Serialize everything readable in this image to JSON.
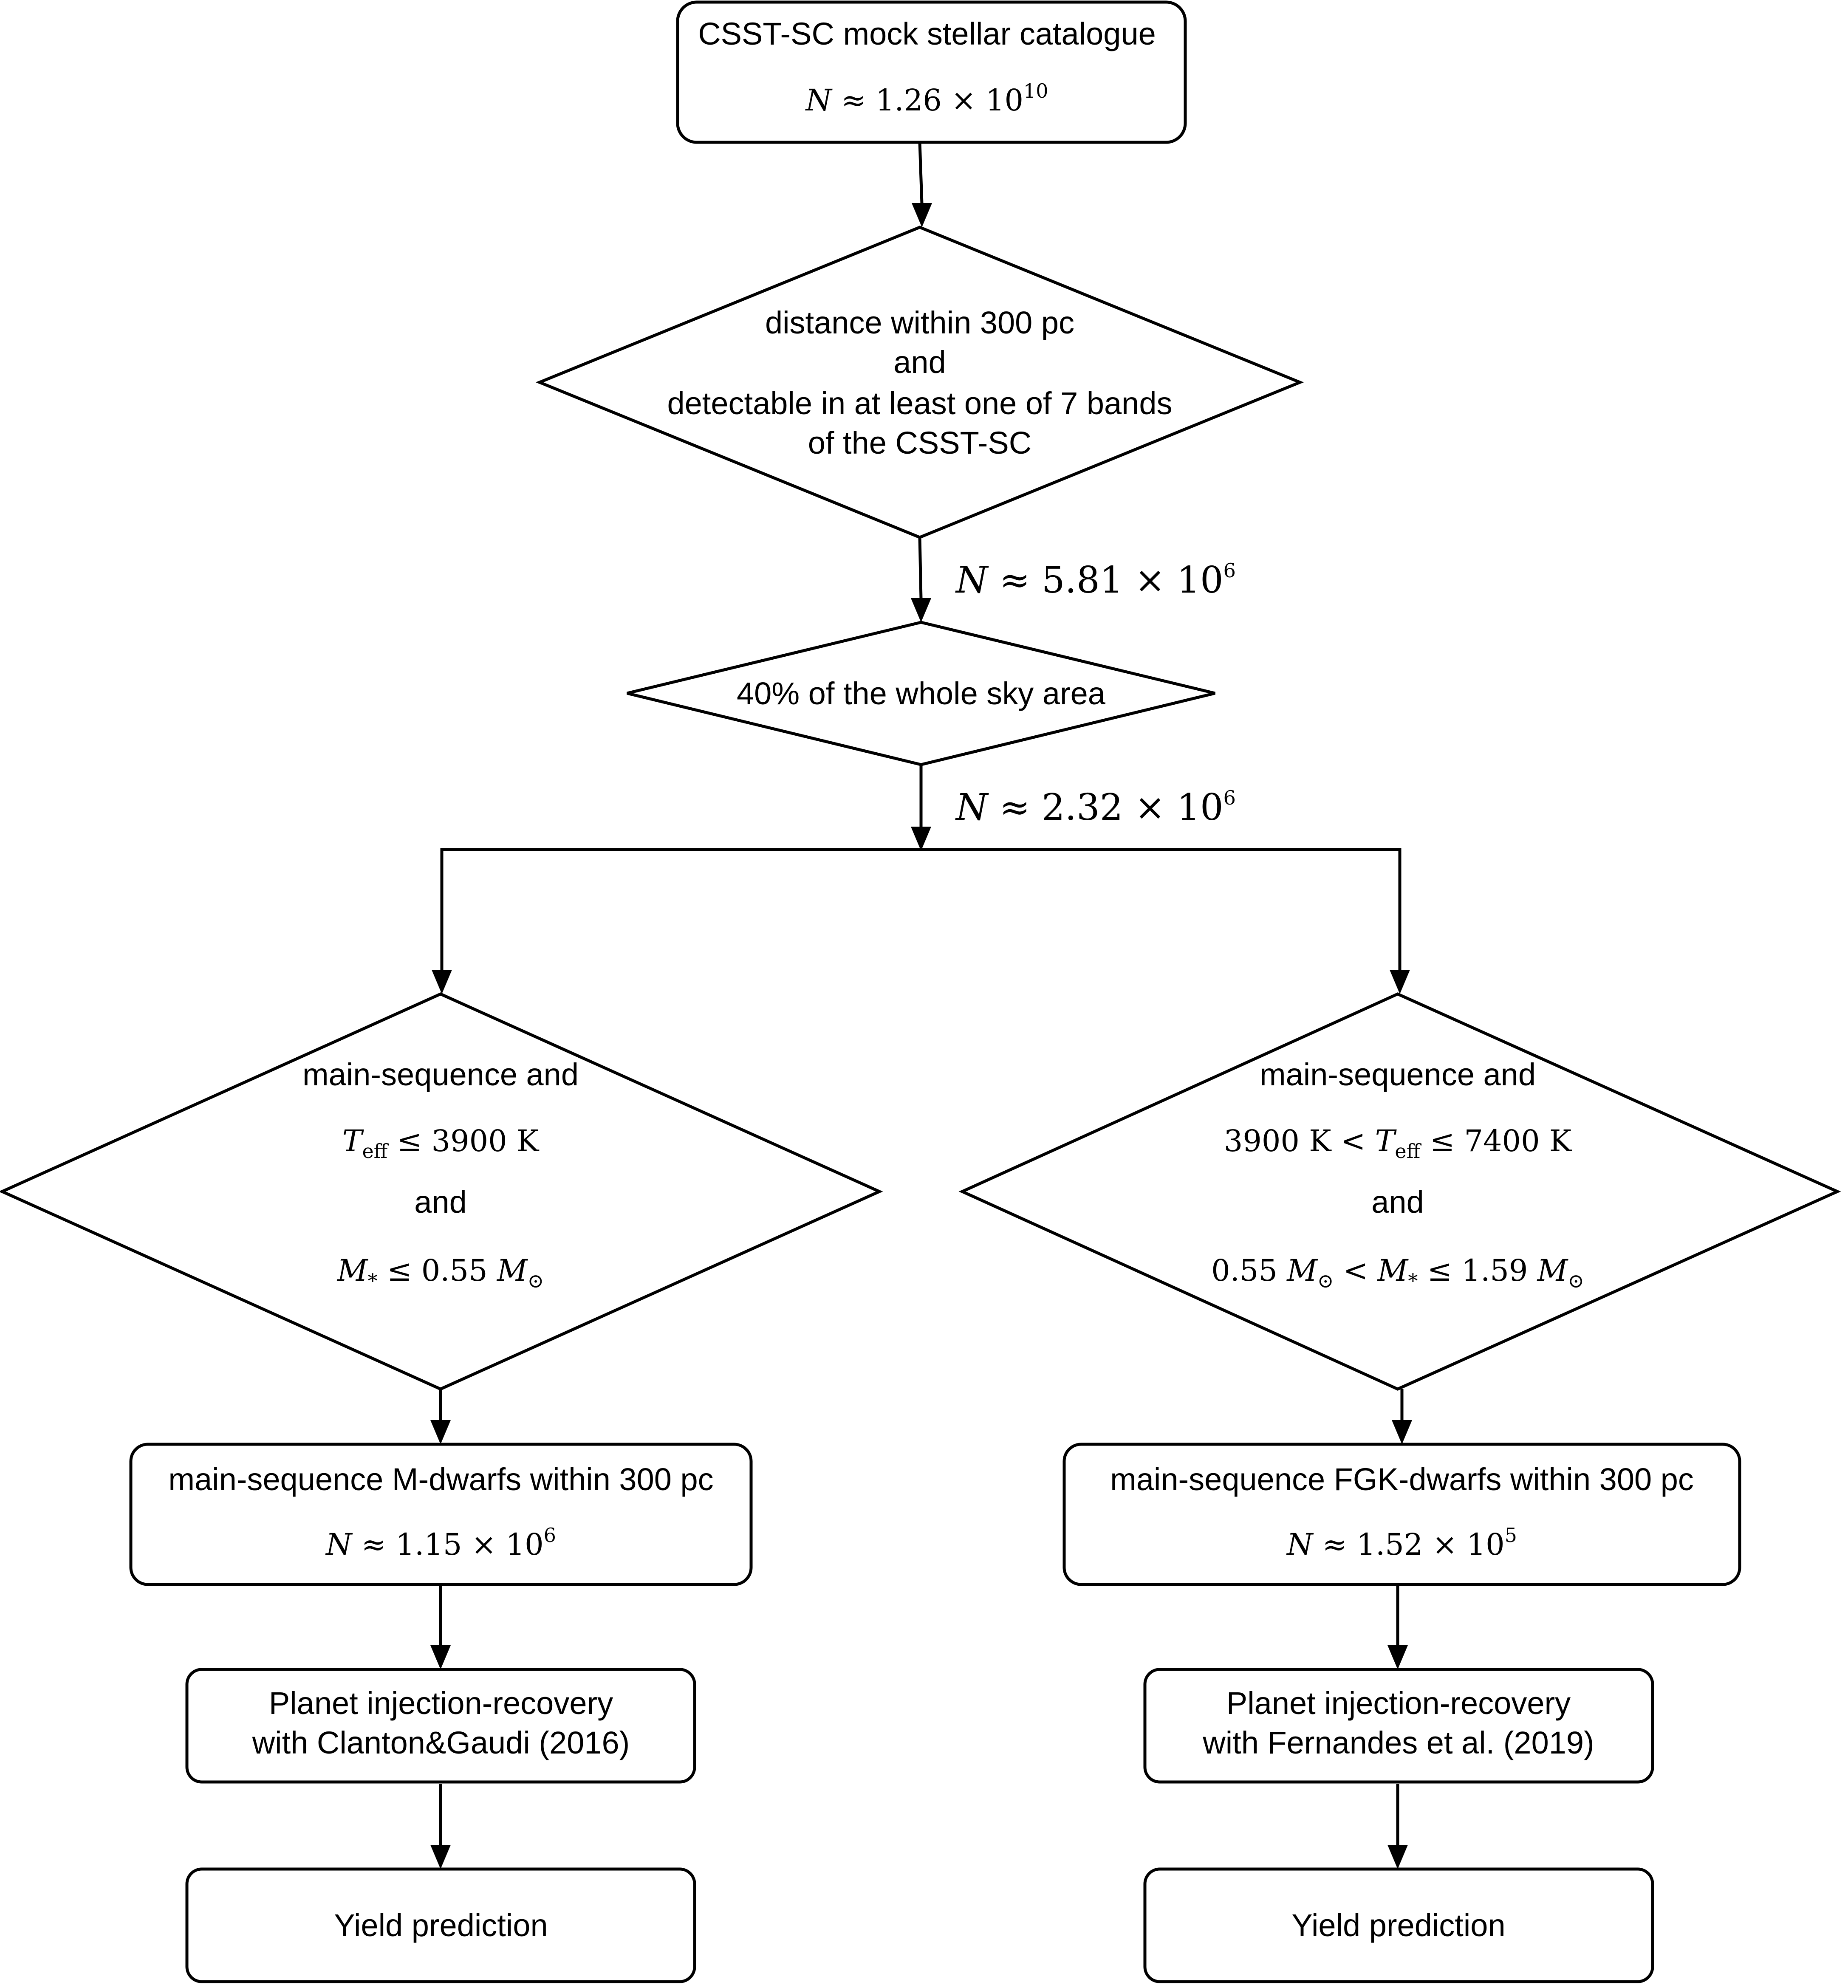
{
  "nodes": {
    "catalogue": {
      "title": "CSST-SC mock stellar catalogue",
      "count": {
        "var": "N",
        "rel": "≈",
        "mant": "1.26",
        "base": "10",
        "exp": "10"
      }
    },
    "cut_distance": {
      "lines": [
        "distance within 300 pc",
        "and",
        "detectable in at least one of 7 bands",
        "of the CSST-SC"
      ]
    },
    "count_after_distance": {
      "var": "N",
      "rel": "≈",
      "mant": "5.81",
      "base": "10",
      "exp": "6"
    },
    "cut_sky": {
      "label": "40% of the whole sky area"
    },
    "count_after_sky": {
      "var": "N",
      "rel": "≈",
      "mant": "2.32",
      "base": "10",
      "exp": "6"
    },
    "cut_m_dwarf": {
      "line1": "main-sequence and",
      "teff": {
        "var": "T",
        "sub": "eff",
        "rel": "≤",
        "value": "3900",
        "unit": "K"
      },
      "and": "and",
      "mass": {
        "var": "M",
        "sub": "*",
        "rel": "≤",
        "value": "0.55",
        "unit_var": "M",
        "unit_sub": "⊙"
      }
    },
    "cut_fgk_dwarf": {
      "line1": "main-sequence and",
      "teff": {
        "low": "3900",
        "low_unit": "K",
        "rel1": "<",
        "var": "T",
        "sub": "eff",
        "rel2": "≤",
        "high": "7400",
        "high_unit": "K"
      },
      "and": "and",
      "mass": {
        "low": "0.55",
        "low_var": "M",
        "low_sub": "⊙",
        "rel1": "<",
        "var": "M",
        "sub": "*",
        "rel2": "≤",
        "high": "1.59",
        "high_var": "M",
        "high_sub": "⊙"
      }
    },
    "m_dwarfs": {
      "title": "main-sequence M-dwarfs within 300 pc",
      "count": {
        "var": "N",
        "rel": "≈",
        "mant": "1.15",
        "base": "10",
        "exp": "6"
      }
    },
    "fgk_dwarfs": {
      "title": "main-sequence FGK-dwarfs within 300 pc",
      "count": {
        "var": "N",
        "rel": "≈",
        "mant": "1.52",
        "base": "10",
        "exp": "5"
      }
    },
    "inject_m": {
      "lines": [
        "Planet injection-recovery",
        "with Clanton&Gaudi (2016)"
      ]
    },
    "inject_fgk": {
      "lines": [
        "Planet injection-recovery",
        "with Fernandes et al. (2019)"
      ]
    },
    "yield_m": {
      "label": "Yield prediction"
    },
    "yield_fgk": {
      "label": "Yield prediction"
    }
  },
  "symbols": {
    "times": "×"
  }
}
